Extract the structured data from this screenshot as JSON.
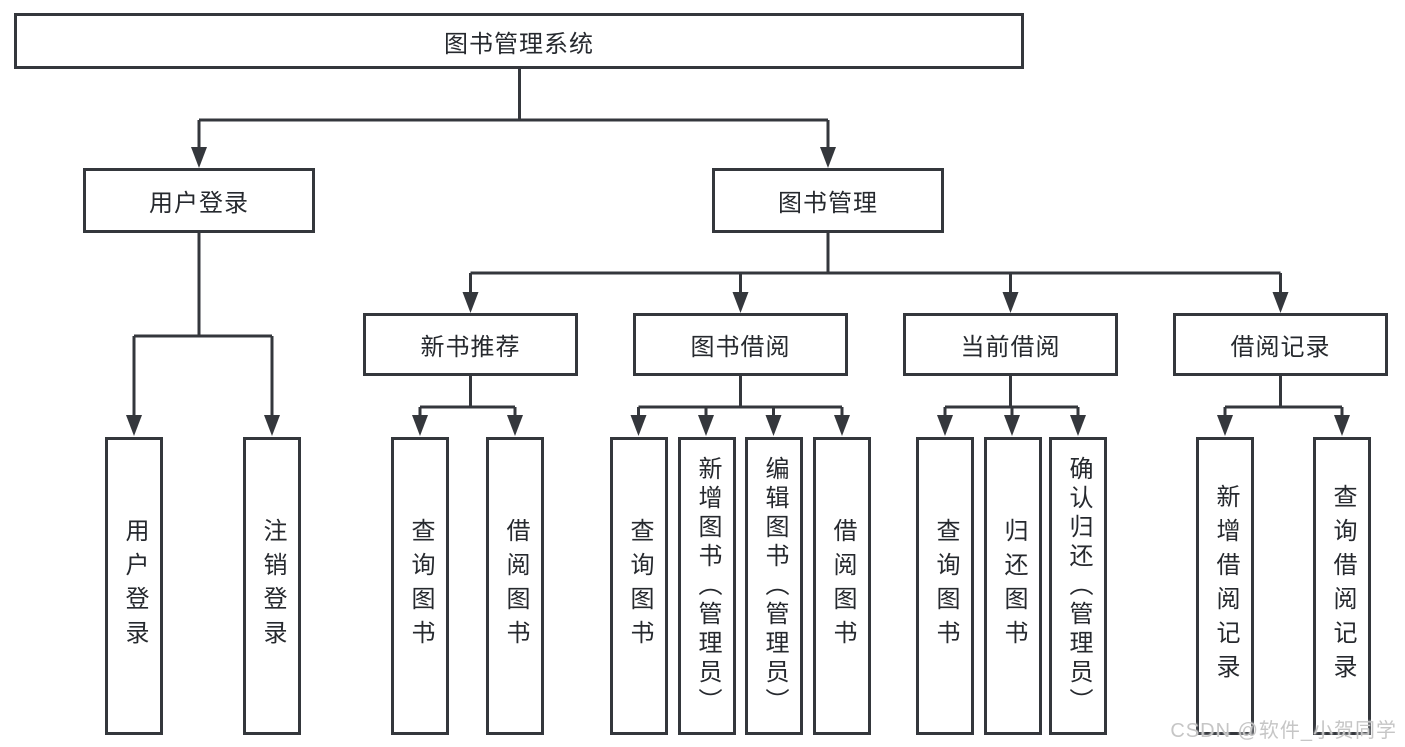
{
  "diagram": {
    "type": "hierarchy-tree",
    "root": {
      "label": "图书管理系统",
      "children": [
        {
          "label": "用户登录",
          "children": [
            {
              "label": "用户登录"
            },
            {
              "label": "注销登录"
            }
          ]
        },
        {
          "label": "图书管理",
          "children": [
            {
              "label": "新书推荐",
              "children": [
                {
                  "label": "查询图书"
                },
                {
                  "label": "借阅图书"
                }
              ]
            },
            {
              "label": "图书借阅",
              "children": [
                {
                  "label": "查询图书"
                },
                {
                  "label": "新增图书（管理员）"
                },
                {
                  "label": "编辑图书（管理员）"
                },
                {
                  "label": "借阅图书"
                }
              ]
            },
            {
              "label": "当前借阅",
              "children": [
                {
                  "label": "查询图书"
                },
                {
                  "label": "归还图书"
                },
                {
                  "label": "确认归还（管理员）"
                }
              ]
            },
            {
              "label": "借阅记录",
              "children": [
                {
                  "label": "新增借阅记录"
                },
                {
                  "label": "查询借阅记录"
                }
              ]
            }
          ]
        }
      ]
    }
  },
  "watermark": {
    "text": "CSDN @软件_小贺同学"
  },
  "colors": {
    "line": "#34373c",
    "box_border": "#34373c",
    "text": "#26292e",
    "watermark": "#c6c6c6",
    "background": "#ffffff"
  }
}
